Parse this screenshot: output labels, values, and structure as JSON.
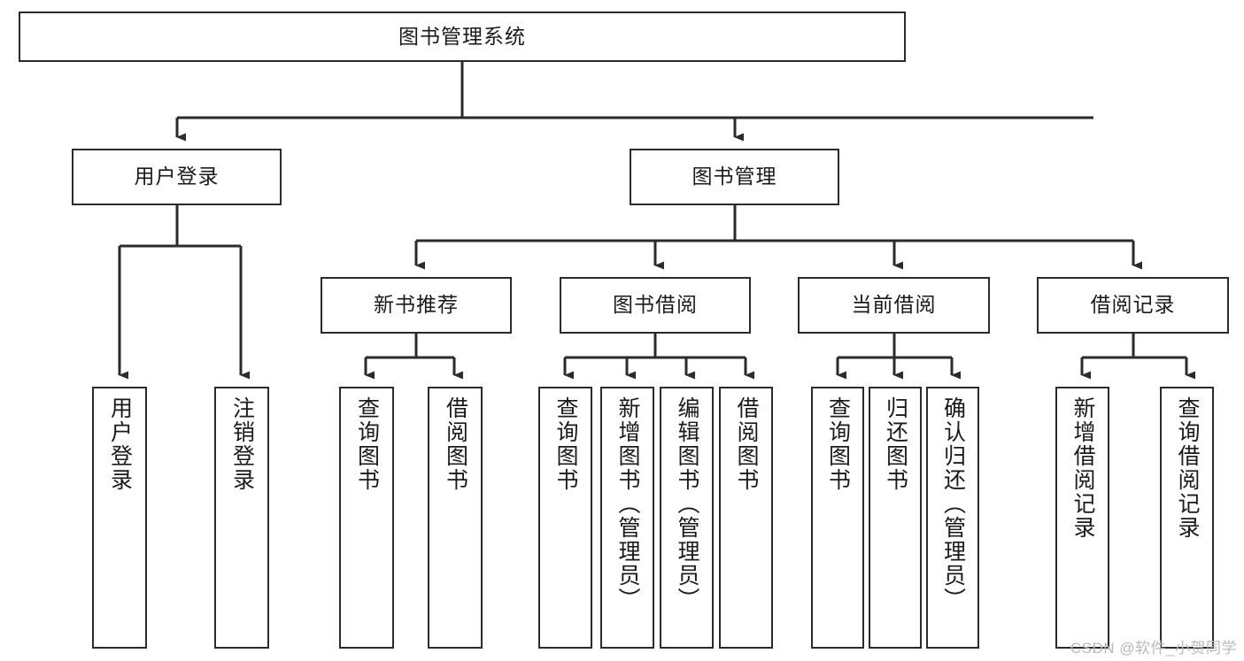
{
  "diagram": {
    "title": "图书管理系统",
    "type": "tree",
    "watermark": "CSDN @软件_小贺同学",
    "colors": {
      "box_border": "#2b2b2b",
      "box_fill": "#ffffff",
      "connector": "#2b2b2b",
      "text": "#1a1a1a",
      "watermark": "#b9b9b9",
      "background": "#ffffff"
    },
    "levels": [
      {
        "level": 1,
        "name": "root"
      },
      {
        "level": 2,
        "name": "modules"
      },
      {
        "level": 3,
        "name": "sub-modules"
      },
      {
        "level": 4,
        "name": "operations"
      }
    ],
    "nodes": {
      "root": {
        "label": "图书管理系统",
        "orientation": "horizontal"
      },
      "level2": [
        {
          "id": "user-login",
          "label": "用户登录",
          "orientation": "horizontal"
        },
        {
          "id": "book-manage",
          "label": "图书管理",
          "orientation": "horizontal"
        }
      ],
      "level3": [
        {
          "id": "new-book-recommend",
          "label": "新书推荐",
          "orientation": "horizontal"
        },
        {
          "id": "book-borrow",
          "label": "图书借阅",
          "orientation": "horizontal"
        },
        {
          "id": "current-borrow",
          "label": "当前借阅",
          "orientation": "horizontal"
        },
        {
          "id": "borrow-record",
          "label": "借阅记录",
          "orientation": "horizontal"
        }
      ],
      "leaves": [
        {
          "id": "leaf-user-login",
          "parent": "user-login",
          "label": "用户登录",
          "orientation": "vertical"
        },
        {
          "id": "leaf-user-logout",
          "parent": "user-login",
          "label": "注销登录",
          "orientation": "vertical"
        },
        {
          "id": "leaf-query-book-1",
          "parent": "new-book-recommend",
          "label": "查询图书",
          "orientation": "vertical"
        },
        {
          "id": "leaf-borrow-book-1",
          "parent": "new-book-recommend",
          "label": "借阅图书",
          "orientation": "vertical"
        },
        {
          "id": "leaf-query-book-2",
          "parent": "book-borrow",
          "label": "查询图书",
          "orientation": "vertical"
        },
        {
          "id": "leaf-add-book",
          "parent": "book-borrow",
          "label": "新增图书（管理员）",
          "orientation": "vertical"
        },
        {
          "id": "leaf-edit-book",
          "parent": "book-borrow",
          "label": "编辑图书（管理员）",
          "orientation": "vertical"
        },
        {
          "id": "leaf-borrow-book-2",
          "parent": "book-borrow",
          "label": "借阅图书",
          "orientation": "vertical"
        },
        {
          "id": "leaf-query-book-3",
          "parent": "current-borrow",
          "label": "查询图书",
          "orientation": "vertical"
        },
        {
          "id": "leaf-return-book",
          "parent": "current-borrow",
          "label": "归还图书",
          "orientation": "vertical"
        },
        {
          "id": "leaf-confirm-return",
          "parent": "current-borrow",
          "label": "确认归还（管理员）",
          "orientation": "vertical"
        },
        {
          "id": "leaf-add-record",
          "parent": "borrow-record",
          "label": "新增借阅记录",
          "orientation": "vertical"
        },
        {
          "id": "leaf-query-record",
          "parent": "borrow-record",
          "label": "查询借阅记录",
          "orientation": "vertical"
        }
      ]
    }
  }
}
